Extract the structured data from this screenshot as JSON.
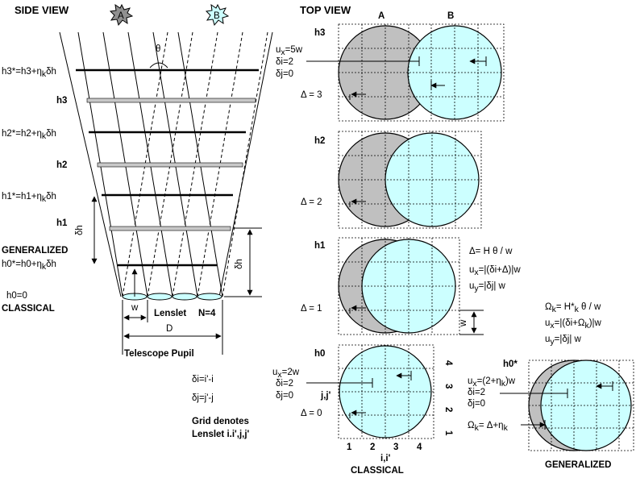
{
  "side_view": {
    "title": "SIDE VIEW",
    "star_a": "A",
    "star_b": "B",
    "theta": "θ",
    "h3_star": "h3*=h3+η",
    "h3_star_sub": "k",
    "h3_star_tail": "δh",
    "h3": "h3",
    "h2_star": "h2*=h2+η",
    "h2_star_sub": "k",
    "h2_star_tail": "δh",
    "h2": "h2",
    "h1_star": "h1*=h1+η",
    "h1_star_sub": "k",
    "h1_star_tail": "δh",
    "h1": "h1",
    "generalized": "GENERALIZED",
    "h0_star": "h0*=h0+η",
    "h0_star_sub": "k",
    "h0_star_tail": "δh",
    "h0": "h0=0",
    "classical": "CLASSICAL",
    "delta_h_left": "δh",
    "delta_h_right": "δh",
    "w": "w",
    "lenslet": "Lenslet",
    "n": "N=4",
    "d": "D",
    "telescope_pupil": "Telescope Pupil",
    "di": "δi=i'-i",
    "dj": "δj=j'-j",
    "grid_line1": "Grid denotes",
    "grid_line2": "Lenslet i.i',j,j'"
  },
  "top_view": {
    "title": "TOP VIEW",
    "col_a": "A",
    "col_b": "B",
    "h3": "h3",
    "h2": "h2",
    "h1": "h1",
    "h0": "h0",
    "h0_star": "h0*",
    "h3_ux": "u",
    "h3_ux_sub": "x",
    "h3_ux_tail": "=5w",
    "h3_di": "δi=2",
    "h3_dj": "δj=0",
    "delta3": "Δ = 3",
    "delta2": "Δ = 2",
    "delta1": "Δ = 1",
    "delta0": "Δ = 0",
    "eq_delta": "Δ= H θ / w",
    "eq_ux": "u",
    "eq_ux_sub": "x",
    "eq_ux_tail": "=|(δi+Δ)|w",
    "eq_uy": "u",
    "eq_uy_sub": "y",
    "eq_uy_tail": "=|δj| w",
    "w": "w",
    "h0_ux": "u",
    "h0_ux_sub": "x",
    "h0_ux_tail": "=2w",
    "h0_di": "δi=2",
    "h0_dj": "δj=0",
    "jj": "j,j'",
    "ii": "i,i'",
    "ticks_x": [
      "1",
      "2",
      "3",
      "4"
    ],
    "ticks_y": [
      "4",
      "3",
      "2",
      "1"
    ],
    "classical": "CLASSICAL",
    "g_omega": "Ω",
    "g_omega_sub": "k",
    "g_omega_tail": "= H*",
    "g_omega_sub2": "k",
    "g_omega_tail2": " θ / w",
    "g_ux": "u",
    "g_ux_sub": "x",
    "g_ux_tail": "=|(δi+Ω",
    "g_ux_sub2": "k",
    "g_ux_tail2": ")|w",
    "g_uy": "u",
    "g_uy_sub": "y",
    "g_uy_tail": "=|δj| w",
    "g_ux2": "u",
    "g_ux2_sub": "x",
    "g_ux2_tail": "=(2+η",
    "g_ux2_sub2": "k",
    "g_ux2_tail2": ")w",
    "g_di": "δi=2",
    "g_dj": "δj=0",
    "g_omega2": "Ω",
    "g_omega2_sub": "k",
    "g_omega2_tail": "= Δ+η",
    "g_omega2_sub2": "k",
    "generalized": "GENERALIZED"
  },
  "colors": {
    "circle_a": "#c0c0c0",
    "circle_b": "#ccffff",
    "plane_fill": "#c8c8c8",
    "plane_fill_b": "#d8f0f0"
  }
}
